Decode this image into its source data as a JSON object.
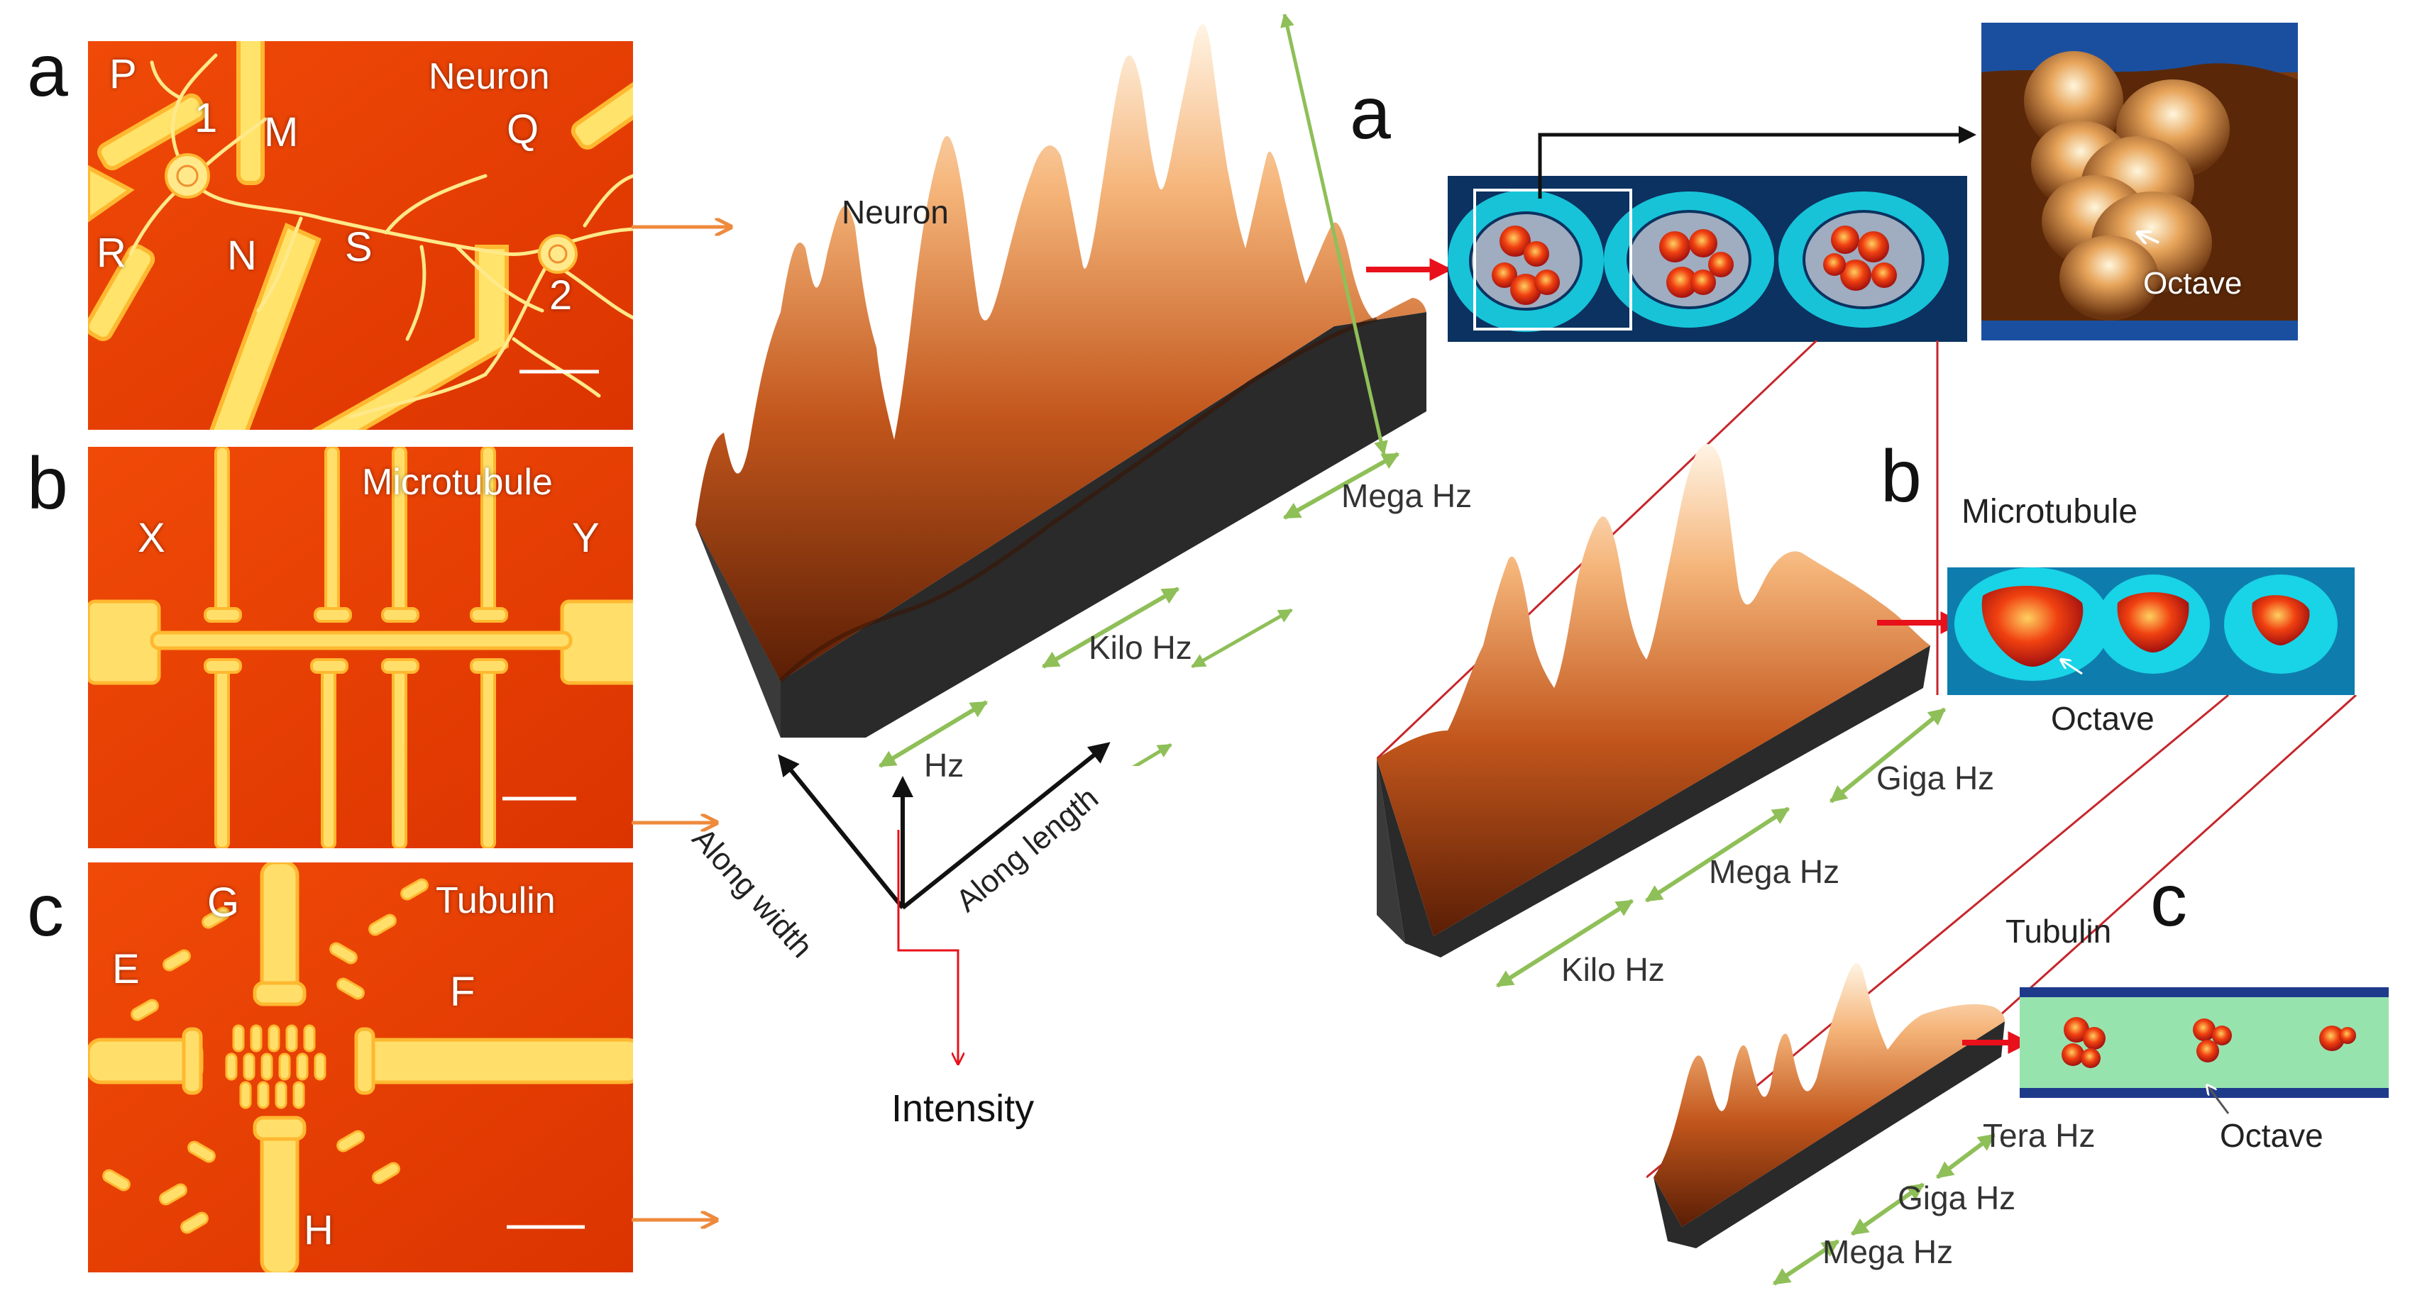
{
  "left_panels": {
    "a": {
      "letter": "a",
      "title": "Neuron",
      "labels": {
        "P": "P",
        "M": "M",
        "Q": "Q",
        "R": "R",
        "N": "N",
        "S": "S",
        "one": "1",
        "two": "2"
      }
    },
    "b": {
      "letter": "b",
      "title": "Microtubule",
      "labels": {
        "X": "X",
        "Y": "Y"
      }
    },
    "c": {
      "letter": "c",
      "title": "Tubulin",
      "labels": {
        "G": "G",
        "E": "E",
        "F": "F",
        "H": "H"
      }
    }
  },
  "center_plot": {
    "title": "Neuron",
    "freq_labels": {
      "mega": "Mega Hz",
      "kilo": "Kilo Hz",
      "hz": "Hz"
    },
    "axes": {
      "width": "Along width",
      "length": "Along length",
      "intensity": "Intensity"
    }
  },
  "right_panels": {
    "a": {
      "letter": "a",
      "octave": "Octave"
    },
    "b": {
      "letter": "b",
      "title": "Microtubule",
      "octave": "Octave",
      "freq_labels": {
        "giga": "Giga Hz",
        "mega": "Mega Hz",
        "kilo": "Kilo Hz"
      }
    },
    "c": {
      "letter": "c",
      "title": "Tubulin",
      "octave": "Octave",
      "freq_labels": {
        "tera": "Tera Hz",
        "giga": "Giga Hz",
        "mega": "Mega Hz"
      }
    }
  },
  "colors": {
    "red_bg": "#e73d04",
    "electrode": "#fff09a",
    "orange_arrow": "#ee8a3c",
    "green_arrow": "#8fbf58",
    "red_arrow": "#e8101a",
    "cyan": "#19d3e6",
    "afm_brown": "#6a3410"
  }
}
